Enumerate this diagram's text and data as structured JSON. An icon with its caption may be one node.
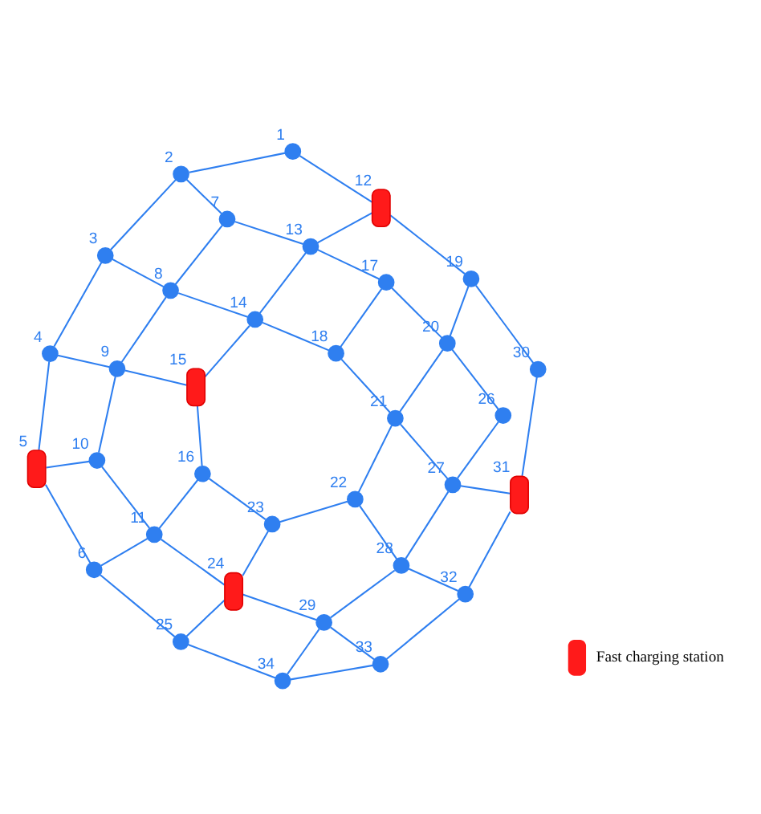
{
  "diagram": {
    "nodes": [
      {
        "text": [],
        "shape": "circle",
        "beside": [
          "1"
        ]
      },
      {
        "text": [],
        "shape": "circle",
        "beside": [
          "2"
        ]
      },
      {
        "text": [],
        "shape": "circle",
        "beside": [
          "3"
        ]
      },
      {
        "text": [],
        "shape": "circle",
        "beside": [
          "4"
        ]
      },
      {
        "text": [],
        "shape": "pump",
        "beside": [
          "5"
        ]
      },
      {
        "text": [],
        "shape": "circle",
        "beside": [
          "6"
        ]
      },
      {
        "text": [],
        "shape": "circle",
        "beside": [
          "7"
        ]
      },
      {
        "text": [],
        "shape": "circle",
        "beside": [
          "8"
        ]
      },
      {
        "text": [],
        "shape": "circle",
        "beside": [
          "9"
        ]
      },
      {
        "text": [],
        "shape": "circle",
        "beside": [
          "10"
        ]
      },
      {
        "text": [],
        "shape": "circle",
        "beside": [
          "11"
        ]
      },
      {
        "text": [],
        "shape": "pump",
        "beside": [
          "12"
        ]
      },
      {
        "text": [],
        "shape": "circle",
        "beside": [
          "13"
        ]
      },
      {
        "text": [],
        "shape": "circle",
        "beside": [
          "14"
        ]
      },
      {
        "text": [],
        "shape": "pump",
        "beside": [
          "15"
        ]
      },
      {
        "text": [],
        "shape": "circle",
        "beside": [
          "16"
        ]
      },
      {
        "text": [],
        "shape": "circle",
        "beside": [
          "17"
        ]
      },
      {
        "text": [],
        "shape": "circle",
        "beside": [
          "18"
        ]
      },
      {
        "text": [],
        "shape": "circle",
        "beside": [
          "19"
        ]
      },
      {
        "text": [],
        "shape": "circle",
        "beside": [
          "20"
        ]
      },
      {
        "text": [],
        "shape": "circle",
        "beside": [
          "21"
        ]
      },
      {
        "text": [],
        "shape": "circle",
        "beside": [
          "22"
        ]
      },
      {
        "text": [],
        "shape": "circle",
        "beside": [
          "23"
        ]
      },
      {
        "text": [],
        "shape": "pump",
        "beside": [
          "24"
        ]
      },
      {
        "text": [],
        "shape": "circle",
        "beside": [
          "25"
        ]
      },
      {
        "text": [],
        "shape": "circle",
        "beside": [
          "26"
        ]
      },
      {
        "text": [],
        "shape": "circle",
        "beside": [
          "27"
        ]
      },
      {
        "text": [],
        "shape": "circle",
        "beside": [
          "28"
        ]
      },
      {
        "text": [],
        "shape": "circle",
        "beside": [
          "29"
        ]
      },
      {
        "text": [],
        "shape": "circle",
        "beside": [
          "30"
        ]
      },
      {
        "text": [],
        "shape": "pump",
        "beside": [
          "31"
        ]
      },
      {
        "text": [],
        "shape": "circle",
        "beside": [
          "32"
        ]
      },
      {
        "text": [],
        "shape": "circle",
        "beside": [
          "33"
        ]
      },
      {
        "text": [],
        "shape": "circle",
        "beside": [
          "34"
        ]
      }
    ],
    "edges": [
      {
        "from": 0,
        "to": 1,
        "arrow": "none"
      },
      {
        "from": 0,
        "to": 11,
        "arrow": "none"
      },
      {
        "from": 1,
        "to": 2,
        "arrow": "none"
      },
      {
        "from": 1,
        "to": 6,
        "arrow": "none"
      },
      {
        "from": 2,
        "to": 3,
        "arrow": "none"
      },
      {
        "from": 2,
        "to": 7,
        "arrow": "none"
      },
      {
        "from": 3,
        "to": 4,
        "arrow": "none"
      },
      {
        "from": 3,
        "to": 8,
        "arrow": "none"
      },
      {
        "from": 4,
        "to": 5,
        "arrow": "none"
      },
      {
        "from": 4,
        "to": 9,
        "arrow": "none"
      },
      {
        "from": 5,
        "to": 10,
        "arrow": "none"
      },
      {
        "from": 5,
        "to": 24,
        "arrow": "none"
      },
      {
        "from": 6,
        "to": 7,
        "arrow": "none"
      },
      {
        "from": 6,
        "to": 12,
        "arrow": "none"
      },
      {
        "from": 7,
        "to": 8,
        "arrow": "none"
      },
      {
        "from": 7,
        "to": 13,
        "arrow": "none"
      },
      {
        "from": 8,
        "to": 9,
        "arrow": "none"
      },
      {
        "from": 8,
        "to": 14,
        "arrow": "none"
      },
      {
        "from": 9,
        "to": 10,
        "arrow": "none"
      },
      {
        "from": 10,
        "to": 15,
        "arrow": "none"
      },
      {
        "from": 10,
        "to": 23,
        "arrow": "none"
      },
      {
        "from": 11,
        "to": 12,
        "arrow": "none"
      },
      {
        "from": 11,
        "to": 18,
        "arrow": "none"
      },
      {
        "from": 12,
        "to": 13,
        "arrow": "none"
      },
      {
        "from": 12,
        "to": 16,
        "arrow": "none"
      },
      {
        "from": 13,
        "to": 14,
        "arrow": "none"
      },
      {
        "from": 13,
        "to": 17,
        "arrow": "none"
      },
      {
        "from": 14,
        "to": 15,
        "arrow": "none"
      },
      {
        "from": 15,
        "to": 22,
        "arrow": "none"
      },
      {
        "from": 16,
        "to": 17,
        "arrow": "none"
      },
      {
        "from": 16,
        "to": 19,
        "arrow": "none"
      },
      {
        "from": 17,
        "to": 20,
        "arrow": "none"
      },
      {
        "from": 18,
        "to": 19,
        "arrow": "none"
      },
      {
        "from": 18,
        "to": 29,
        "arrow": "none"
      },
      {
        "from": 19,
        "to": 20,
        "arrow": "none"
      },
      {
        "from": 19,
        "to": 25,
        "arrow": "none"
      },
      {
        "from": 20,
        "to": 21,
        "arrow": "none"
      },
      {
        "from": 20,
        "to": 26,
        "arrow": "none"
      },
      {
        "from": 21,
        "to": 22,
        "arrow": "none"
      },
      {
        "from": 21,
        "to": 27,
        "arrow": "none"
      },
      {
        "from": 22,
        "to": 23,
        "arrow": "none"
      },
      {
        "from": 23,
        "to": 24,
        "arrow": "none"
      },
      {
        "from": 23,
        "to": 28,
        "arrow": "none"
      },
      {
        "from": 24,
        "to": 33,
        "arrow": "none"
      },
      {
        "from": 25,
        "to": 26,
        "arrow": "none"
      },
      {
        "from": 26,
        "to": 27,
        "arrow": "none"
      },
      {
        "from": 26,
        "to": 30,
        "arrow": "none"
      },
      {
        "from": 27,
        "to": 28,
        "arrow": "none"
      },
      {
        "from": 27,
        "to": 31,
        "arrow": "none"
      },
      {
        "from": 28,
        "to": 32,
        "arrow": "none"
      },
      {
        "from": 28,
        "to": 33,
        "arrow": "none"
      },
      {
        "from": 29,
        "to": 30,
        "arrow": "none"
      },
      {
        "from": 30,
        "to": 31,
        "arrow": "none"
      },
      {
        "from": 31,
        "to": 32,
        "arrow": "none"
      },
      {
        "from": 32,
        "to": 33,
        "arrow": "none"
      }
    ],
    "legend": [
      {
        "text": "Fast charging station"
      }
    ]
  }
}
